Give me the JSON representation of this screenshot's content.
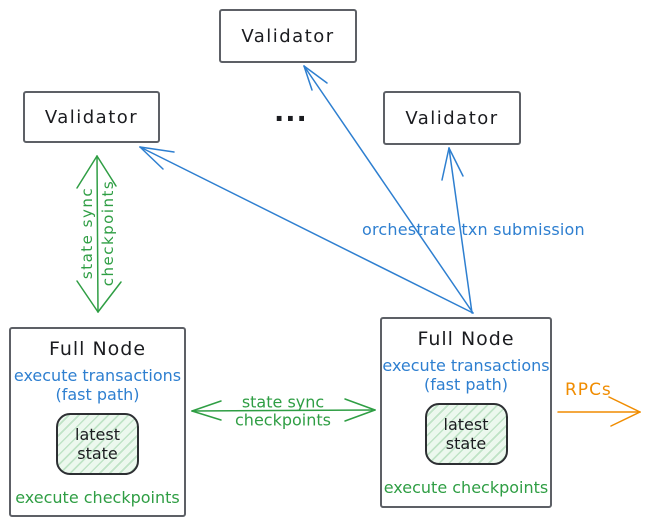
{
  "colors": {
    "blue": "#2e7fd0",
    "green": "#2f9e44",
    "orange": "#f08c00",
    "border": "#5d6066",
    "ink": "#1b1c20"
  },
  "validators": {
    "top": "Validator",
    "left": "Validator",
    "right": "Validator"
  },
  "ellipsis": "...",
  "full_node_left": {
    "title": "Full Node",
    "exec_line1": "execute transactions",
    "exec_line2": "(fast path)",
    "state_line1": "latest",
    "state_line2": "state",
    "footer": "execute checkpoints"
  },
  "full_node_right": {
    "title": "Full Node",
    "exec_line1": "execute transactions",
    "exec_line2": "(fast path)",
    "state_line1": "latest",
    "state_line2": "state",
    "footer": "execute checkpoints"
  },
  "edge_labels": {
    "vertical_sync_line1": "state sync",
    "vertical_sync_line2": "checkpoints",
    "horizontal_sync_line1": "state sync",
    "horizontal_sync_line2": "checkpoints",
    "orchestrate": "orchestrate txn submission",
    "rpcs": "RPCs"
  }
}
